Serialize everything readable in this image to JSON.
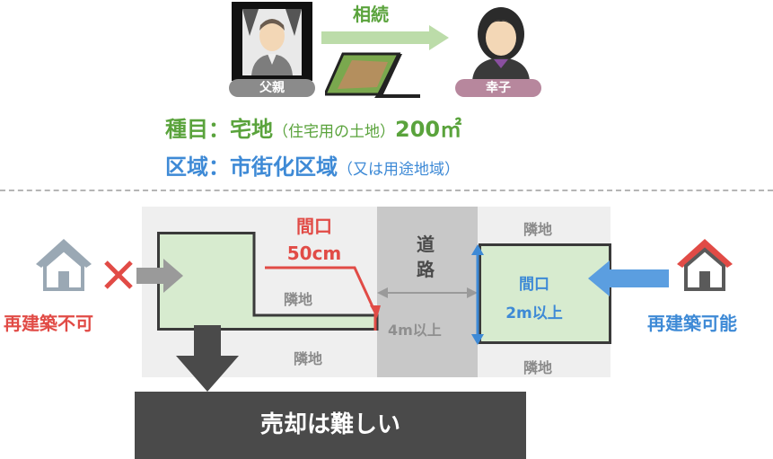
{
  "top": {
    "inherit_label": "相続",
    "father_label": "父親",
    "daughter_label": "幸子",
    "category_label": "種目：宅地",
    "category_note": "（住宅用の土地）",
    "category_area": "200㎡",
    "zone_label": "区域：市街化区域",
    "zone_note": "（又は用途地域）"
  },
  "diagram": {
    "frontage_title": "間口",
    "frontage_value": "50cm",
    "road_label": "道\n路",
    "road_width": "4m以上",
    "neighbor_top_right": "隣地",
    "neighbor_inner_left": "隣地",
    "neighbor_bottom_left": "隣地",
    "neighbor_bottom_right": "隣地",
    "right_frontage_title": "間口",
    "right_frontage_value": "2m以上",
    "left_status": "再建築不可",
    "right_status": "再建築可能",
    "bottom_banner": "売却は難しい"
  },
  "colors": {
    "green": "#5aa33c",
    "blue": "#3e8ad6",
    "red": "#e14b46",
    "lot_fill": "#d7ebcf",
    "road_fill": "#c8c8c8",
    "panel_fill": "#efefef",
    "banner": "#4a4a4a"
  }
}
